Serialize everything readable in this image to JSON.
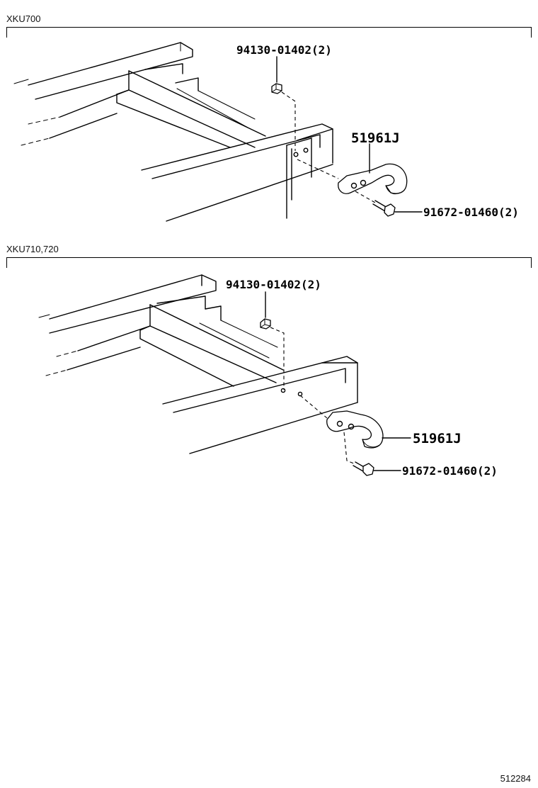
{
  "sections": [
    {
      "label": "XKU700",
      "parts": {
        "nut": "94130-01402(2)",
        "hook": "51961J",
        "bolt": "91672-01460(2)"
      }
    },
    {
      "label": "XKU710,720",
      "parts": {
        "nut": "94130-01402(2)",
        "hook": "51961J",
        "bolt": "91672-01460(2)"
      }
    }
  ],
  "figure_number": "512284"
}
